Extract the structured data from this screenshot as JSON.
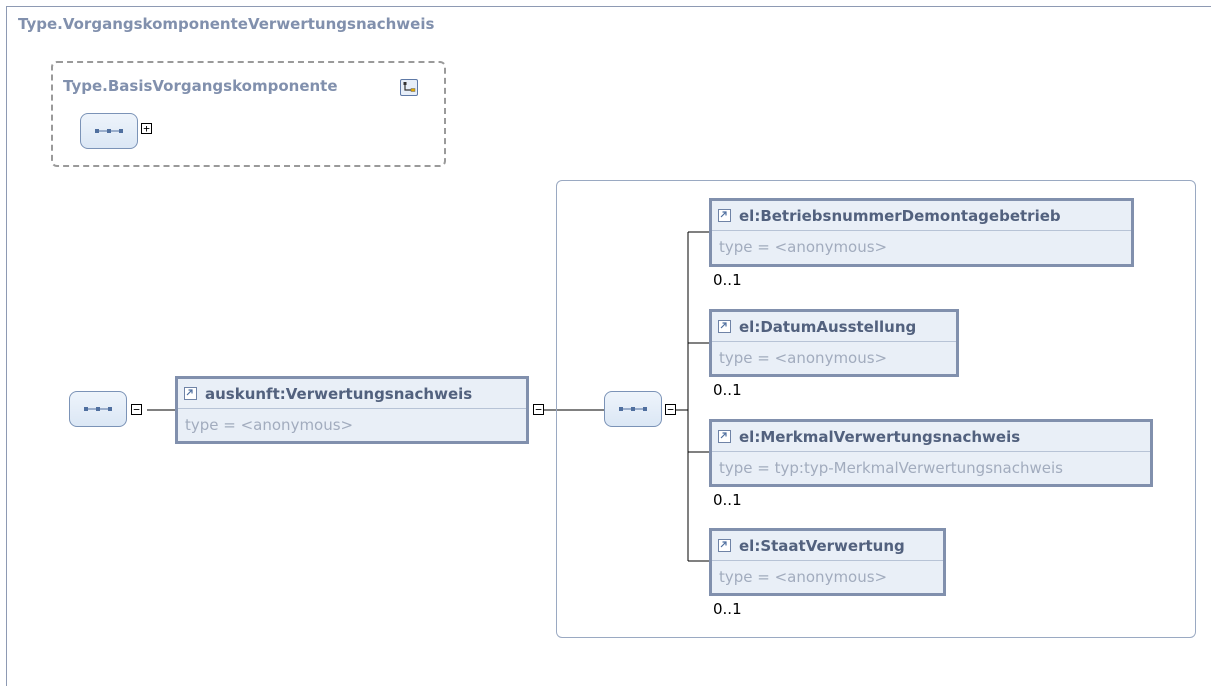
{
  "type_title": "Type.VorgangskomponenteVerwertungsnachweis",
  "base": {
    "title": "Type.BasisVorgangskomponente",
    "expander": "+"
  },
  "root_element": {
    "name": "auskunft:Verwertungsnachweis",
    "type": "type = <anonymous>"
  },
  "collapse_symbol": "−",
  "children": [
    {
      "name": "el:BetriebsnummerDemontagebetrieb",
      "type": "type = <anonymous>",
      "occurrence": "0..1"
    },
    {
      "name": "el:DatumAusstellung",
      "type": "type = <anonymous>",
      "occurrence": "0..1"
    },
    {
      "name": "el:MerkmalVerwertungsnachweis",
      "type": "type = typ:typ-MerkmalVerwertungsnachweis",
      "occurrence": "0..1"
    },
    {
      "name": "el:StaatVerwertung",
      "type": "type = <anonymous>",
      "occurrence": "0..1"
    }
  ],
  "colors": {
    "title": "#8190ad",
    "element_border": "#8190ad",
    "element_fill": "#e9eff7",
    "type_text": "#a2acbe"
  }
}
